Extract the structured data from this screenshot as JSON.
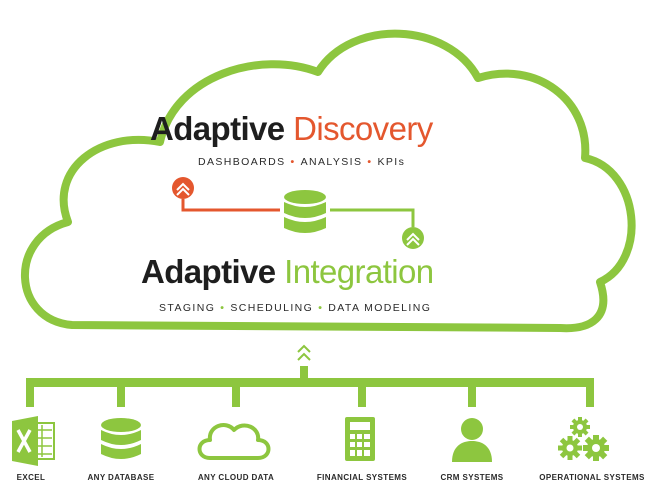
{
  "colors": {
    "green": "#8dc63f",
    "orange": "#e4572e",
    "text": "#1e1e1e"
  },
  "discovery": {
    "title_bold": "Adaptive",
    "title_light": "Discovery",
    "features": [
      "DASHBOARDS",
      "ANALYSIS",
      "KPIs"
    ]
  },
  "integration": {
    "title_bold": "Adaptive",
    "title_light": "Integration",
    "features": [
      "STAGING",
      "SCHEDULING",
      "DATA MODELING"
    ]
  },
  "sources": [
    {
      "label": "EXCEL",
      "icon": "excel-icon"
    },
    {
      "label": "ANY DATABASE",
      "icon": "database-icon"
    },
    {
      "label": "ANY CLOUD DATA",
      "icon": "cloud-icon"
    },
    {
      "label": "FINANCIAL SYSTEMS",
      "icon": "calculator-icon"
    },
    {
      "label": "CRM SYSTEMS",
      "icon": "person-icon"
    },
    {
      "label": "OPERATIONAL SYSTEMS",
      "icon": "gears-icon"
    }
  ]
}
